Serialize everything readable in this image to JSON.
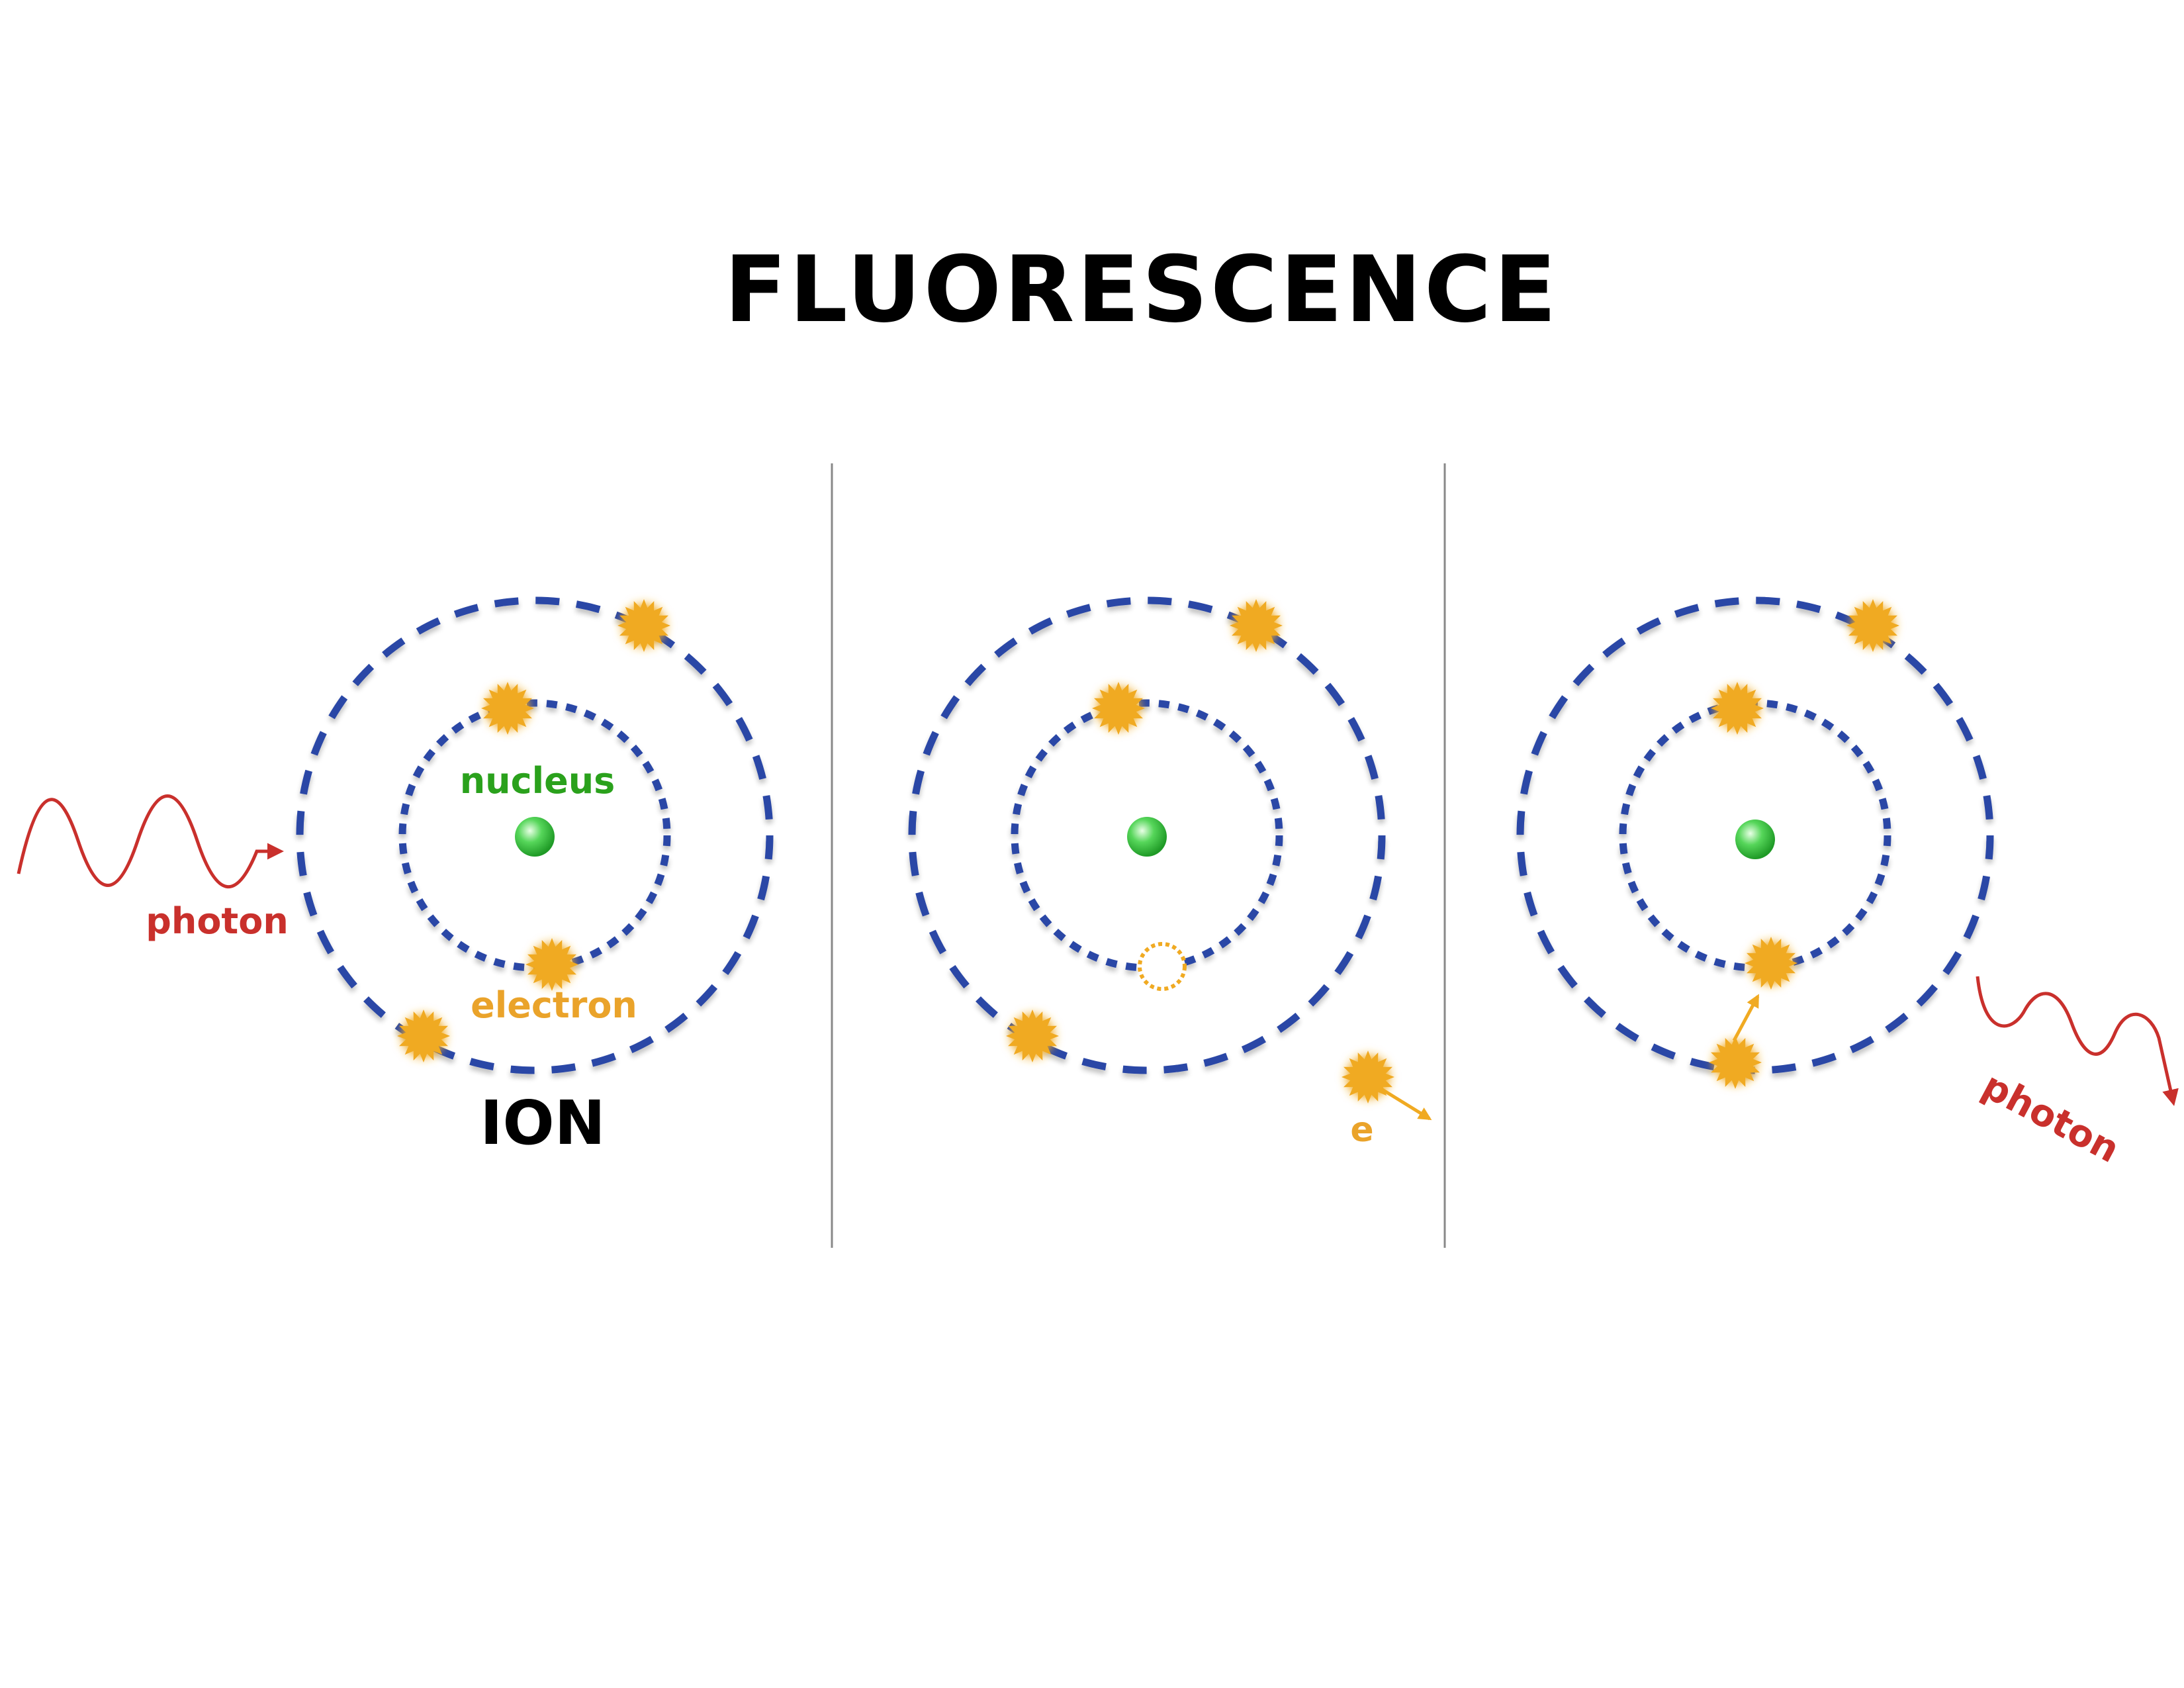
{
  "title": "FLUORESCENCE",
  "labels": {
    "photon_in": "photon",
    "nucleus": "nucleus",
    "electron": "electron",
    "ion": "ION",
    "ejected_electron": "e",
    "photon_out": "photon"
  },
  "colors": {
    "orbit": "#2a47a6",
    "electron": "#f0aa22",
    "nucleus": "#2fc73a",
    "nucleus_label": "#2aa11c",
    "electron_label": "#eaa32a",
    "photon": "#c9302c",
    "title": "#000000",
    "divider": "#888888"
  },
  "icons": {
    "electron": "sunburst-icon",
    "vacancy": "dashed-circle-icon",
    "nucleus": "sphere-icon",
    "photon": "wave-arrow-icon"
  }
}
